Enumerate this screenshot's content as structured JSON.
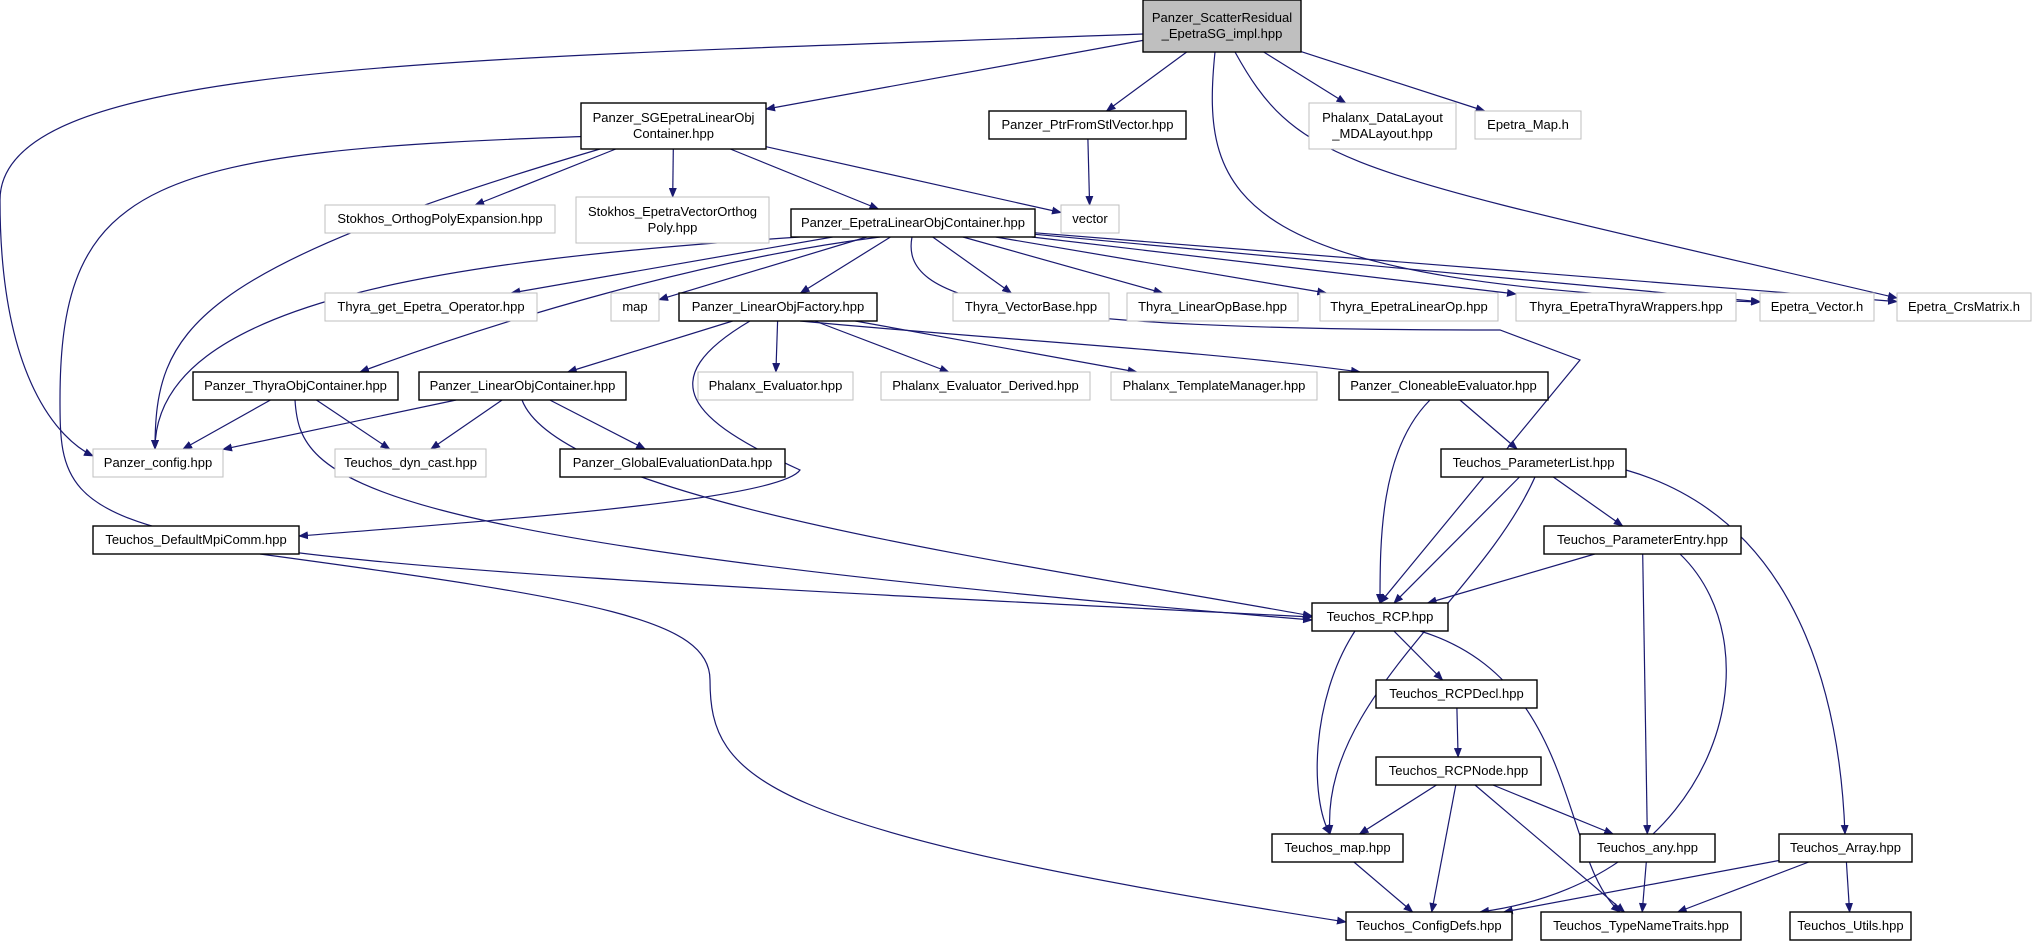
{
  "colors": {
    "edge": "#191970",
    "box_linked": "#000000",
    "box_external": "#bfbfbf",
    "root_fill": "#bfbfbf",
    "text": "#000000"
  },
  "nodes": [
    {
      "id": "root",
      "lines": [
        "Panzer_ScatterResidual",
        "_EpetraSG_impl.hpp"
      ],
      "kind": "root"
    },
    {
      "id": "sgeplin",
      "lines": [
        "Panzer_SGEpetraLinearObj",
        "Container.hpp"
      ],
      "kind": "linked"
    },
    {
      "id": "ptrfrom",
      "lines": [
        "Panzer_PtrFromStlVector.hpp"
      ],
      "kind": "linked"
    },
    {
      "id": "phxdl",
      "lines": [
        "Phalanx_DataLayout",
        "_MDALayout.hpp"
      ],
      "kind": "external"
    },
    {
      "id": "epmap",
      "lines": [
        "Epetra_Map.h"
      ],
      "kind": "external"
    },
    {
      "id": "stokpoly",
      "lines": [
        "Stokhos_OrthogPolyExpansion.hpp"
      ],
      "kind": "external"
    },
    {
      "id": "stokvec",
      "lines": [
        "Stokhos_EpetraVectorOrthog",
        "Poly.hpp"
      ],
      "kind": "external"
    },
    {
      "id": "vector",
      "lines": [
        "vector"
      ],
      "kind": "external"
    },
    {
      "id": "eplin",
      "lines": [
        "Panzer_EpetraLinearObjContainer.hpp"
      ],
      "kind": "linked"
    },
    {
      "id": "thyraop",
      "lines": [
        "Thyra_get_Epetra_Operator.hpp"
      ],
      "kind": "external"
    },
    {
      "id": "map",
      "lines": [
        "map"
      ],
      "kind": "external"
    },
    {
      "id": "lofactory",
      "lines": [
        "Panzer_LinearObjFactory.hpp"
      ],
      "kind": "linked"
    },
    {
      "id": "thyravb",
      "lines": [
        "Thyra_VectorBase.hpp"
      ],
      "kind": "external"
    },
    {
      "id": "thyralob",
      "lines": [
        "Thyra_LinearOpBase.hpp"
      ],
      "kind": "external"
    },
    {
      "id": "thyraelo",
      "lines": [
        "Thyra_EpetraLinearOp.hpp"
      ],
      "kind": "external"
    },
    {
      "id": "thyraetw",
      "lines": [
        "Thyra_EpetraThyraWrappers.hpp"
      ],
      "kind": "external"
    },
    {
      "id": "epvec",
      "lines": [
        "Epetra_Vector.h"
      ],
      "kind": "external"
    },
    {
      "id": "epcrs",
      "lines": [
        "Epetra_CrsMatrix.h"
      ],
      "kind": "external"
    },
    {
      "id": "thyraobj",
      "lines": [
        "Panzer_ThyraObjContainer.hpp"
      ],
      "kind": "linked"
    },
    {
      "id": "linobj",
      "lines": [
        "Panzer_LinearObjContainer.hpp"
      ],
      "kind": "linked"
    },
    {
      "id": "phxeval",
      "lines": [
        "Phalanx_Evaluator.hpp"
      ],
      "kind": "external"
    },
    {
      "id": "phxevald",
      "lines": [
        "Phalanx_Evaluator_Derived.hpp"
      ],
      "kind": "external"
    },
    {
      "id": "phxtm",
      "lines": [
        "Phalanx_TemplateManager.hpp"
      ],
      "kind": "external"
    },
    {
      "id": "clone",
      "lines": [
        "Panzer_CloneableEvaluator.hpp"
      ],
      "kind": "linked"
    },
    {
      "id": "pzcfg",
      "lines": [
        "Panzer_config.hpp"
      ],
      "kind": "external"
    },
    {
      "id": "dyncast",
      "lines": [
        "Teuchos_dyn_cast.hpp"
      ],
      "kind": "external"
    },
    {
      "id": "gevd",
      "lines": [
        "Panzer_GlobalEvaluationData.hpp"
      ],
      "kind": "linked"
    },
    {
      "id": "plist",
      "lines": [
        "Teuchos_ParameterList.hpp"
      ],
      "kind": "linked"
    },
    {
      "id": "mpicomm",
      "lines": [
        "Teuchos_DefaultMpiComm.hpp"
      ],
      "kind": "linked"
    },
    {
      "id": "pentry",
      "lines": [
        "Teuchos_ParameterEntry.hpp"
      ],
      "kind": "linked"
    },
    {
      "id": "rcp",
      "lines": [
        "Teuchos_RCP.hpp"
      ],
      "kind": "linked"
    },
    {
      "id": "rcpdecl",
      "lines": [
        "Teuchos_RCPDecl.hpp"
      ],
      "kind": "linked"
    },
    {
      "id": "rcpnode",
      "lines": [
        "Teuchos_RCPNode.hpp"
      ],
      "kind": "linked"
    },
    {
      "id": "tmap",
      "lines": [
        "Teuchos_map.hpp"
      ],
      "kind": "linked"
    },
    {
      "id": "tany",
      "lines": [
        "Teuchos_any.hpp"
      ],
      "kind": "linked"
    },
    {
      "id": "tarray",
      "lines": [
        "Teuchos_Array.hpp"
      ],
      "kind": "linked"
    },
    {
      "id": "cfgdefs",
      "lines": [
        "Teuchos_ConfigDefs.hpp"
      ],
      "kind": "linked"
    },
    {
      "id": "tntraits",
      "lines": [
        "Teuchos_TypeNameTraits.hpp"
      ],
      "kind": "linked"
    },
    {
      "id": "tutils",
      "lines": [
        "Teuchos_Utils.hpp"
      ],
      "kind": "linked"
    }
  ],
  "edges": [
    [
      "root",
      "pzcfg"
    ],
    [
      "root",
      "sgeplin"
    ],
    [
      "root",
      "ptrfrom"
    ],
    [
      "root",
      "phxdl"
    ],
    [
      "root",
      "epmap"
    ],
    [
      "root",
      "epvec"
    ],
    [
      "root",
      "epcrs"
    ],
    [
      "sgeplin",
      "pzcfg"
    ],
    [
      "sgeplin",
      "rcp"
    ],
    [
      "sgeplin",
      "stokpoly"
    ],
    [
      "sgeplin",
      "stokvec"
    ],
    [
      "sgeplin",
      "eplin"
    ],
    [
      "sgeplin",
      "vector"
    ],
    [
      "ptrfrom",
      "vector"
    ],
    [
      "eplin",
      "pzcfg"
    ],
    [
      "eplin",
      "thyraop"
    ],
    [
      "eplin",
      "map"
    ],
    [
      "eplin",
      "lofactory"
    ],
    [
      "eplin",
      "thyravb"
    ],
    [
      "eplin",
      "thyralob"
    ],
    [
      "eplin",
      "thyraelo"
    ],
    [
      "eplin",
      "thyraetw"
    ],
    [
      "eplin",
      "epvec"
    ],
    [
      "eplin",
      "epcrs"
    ],
    [
      "eplin",
      "thyraobj"
    ],
    [
      "eplin",
      "rcp"
    ],
    [
      "lofactory",
      "linobj"
    ],
    [
      "lofactory",
      "phxeval"
    ],
    [
      "lofactory",
      "phxevald"
    ],
    [
      "lofactory",
      "phxtm"
    ],
    [
      "lofactory",
      "clone"
    ],
    [
      "lofactory",
      "mpicomm"
    ],
    [
      "thyraobj",
      "pzcfg"
    ],
    [
      "thyraobj",
      "dyncast"
    ],
    [
      "thyraobj",
      "rcp"
    ],
    [
      "linobj",
      "pzcfg"
    ],
    [
      "linobj",
      "dyncast"
    ],
    [
      "linobj",
      "gevd"
    ],
    [
      "linobj",
      "rcp"
    ],
    [
      "clone",
      "plist"
    ],
    [
      "clone",
      "rcp"
    ],
    [
      "mpicomm",
      "cfgdefs"
    ],
    [
      "plist",
      "pentry"
    ],
    [
      "plist",
      "rcp"
    ],
    [
      "plist",
      "tmap"
    ],
    [
      "plist",
      "tarray"
    ],
    [
      "pentry",
      "rcp"
    ],
    [
      "pentry",
      "tany"
    ],
    [
      "pentry",
      "cfgdefs"
    ],
    [
      "rcp",
      "rcpdecl"
    ],
    [
      "rcp",
      "tmap"
    ],
    [
      "rcp",
      "tntraits"
    ],
    [
      "rcpdecl",
      "rcpnode"
    ],
    [
      "rcpnode",
      "tmap"
    ],
    [
      "rcpnode",
      "tany"
    ],
    [
      "rcpnode",
      "cfgdefs"
    ],
    [
      "rcpnode",
      "tntraits"
    ],
    [
      "tmap",
      "cfgdefs"
    ],
    [
      "tany",
      "tntraits"
    ],
    [
      "tarray",
      "cfgdefs"
    ],
    [
      "tarray",
      "tntraits"
    ],
    [
      "tarray",
      "tutils"
    ]
  ]
}
